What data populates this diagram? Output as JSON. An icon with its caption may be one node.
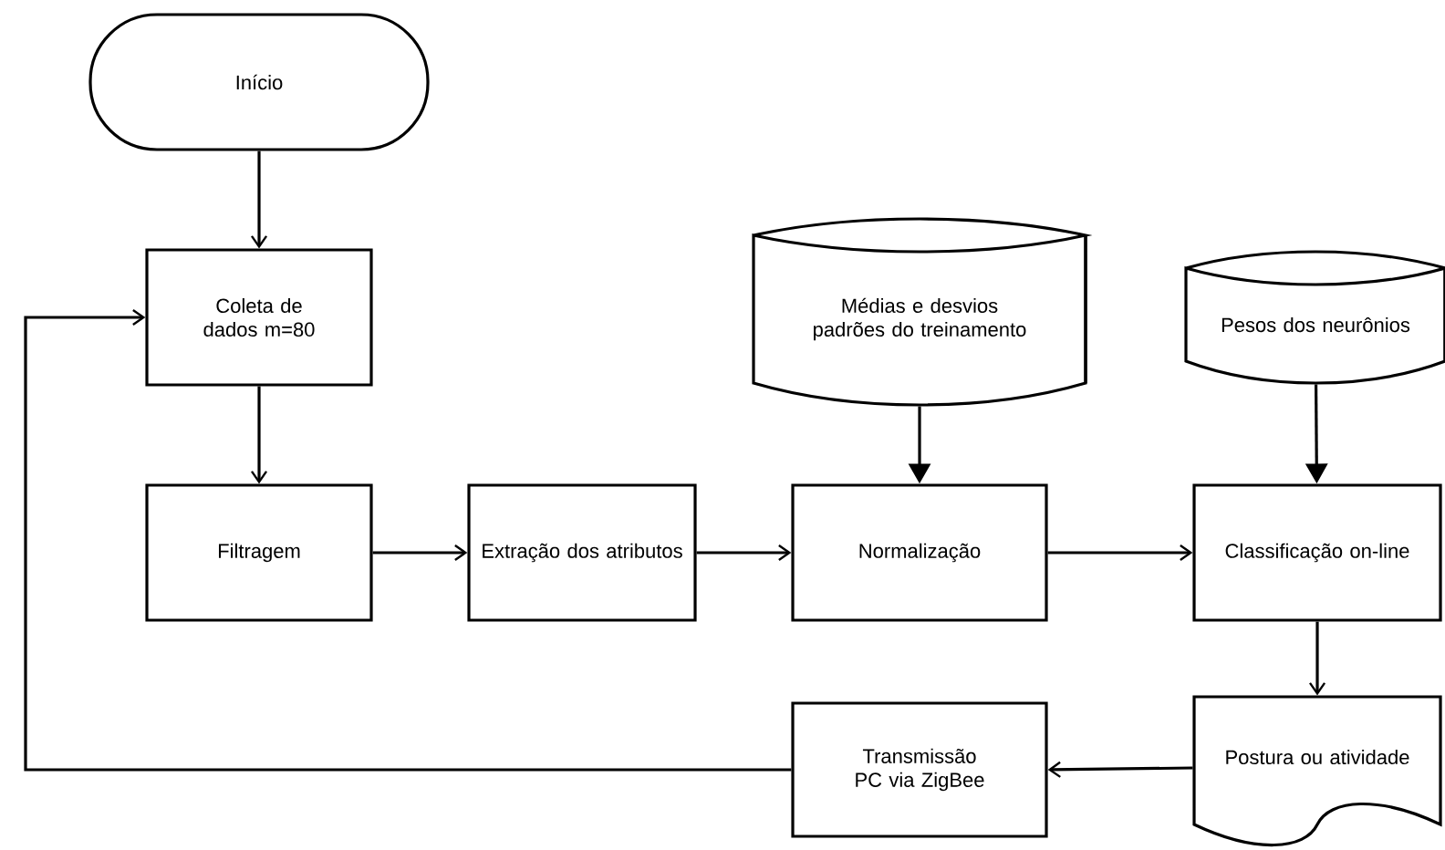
{
  "diagram": {
    "nodes": [
      {
        "text": [
          "Início"
        ]
      },
      {
        "text": [
          "Coleta de dados m=80"
        ]
      },
      {
        "text": [
          "Filtragem"
        ]
      },
      {
        "text": [
          "Extração dos atributos"
        ]
      },
      {
        "text": [
          "Médias e desvios padrões do treinamento"
        ]
      },
      {
        "text": [
          "Normalização"
        ]
      },
      {
        "text": [
          "Pesos dos neurônios"
        ]
      },
      {
        "text": [
          "Classificação on-line"
        ]
      },
      {
        "text": [
          "Postura ou atividade"
        ]
      },
      {
        "text": [
          "Transmissão PC via ZigBee"
        ]
      }
    ],
    "edges": [
      {
        "from": 0,
        "to": 1,
        "arrow": "to"
      },
      {
        "from": 1,
        "to": 2,
        "arrow": "to"
      },
      {
        "from": 2,
        "to": 3,
        "arrow": "to"
      },
      {
        "from": 3,
        "to": 5,
        "arrow": "to"
      },
      {
        "from": 4,
        "to": 5,
        "arrow": "to"
      },
      {
        "from": 5,
        "to": 7,
        "arrow": "to"
      },
      {
        "from": 6,
        "to": 7,
        "arrow": "to"
      },
      {
        "from": 7,
        "to": 8,
        "arrow": "to"
      },
      {
        "from": 8,
        "to": 9,
        "arrow": "to"
      },
      {
        "from": 9,
        "to": 1,
        "arrow": "to"
      }
    ]
  }
}
